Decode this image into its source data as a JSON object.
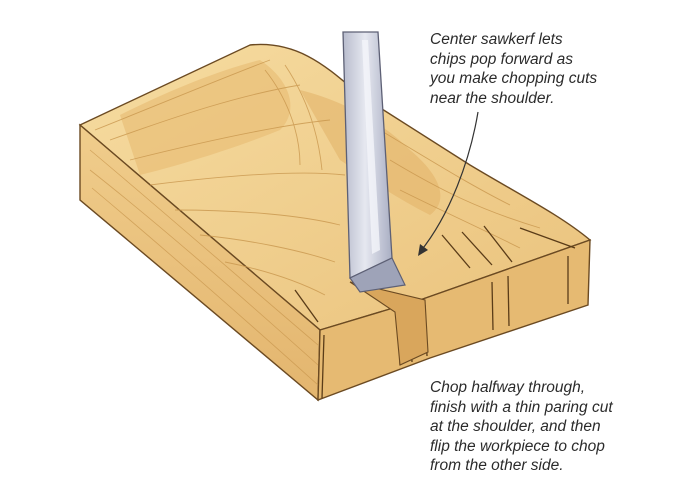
{
  "callouts": {
    "sawkerf": {
      "lines": [
        "Center sawkerf lets",
        "chips pop forward as",
        "you make chopping cuts",
        "near the shoulder."
      ]
    },
    "chop": {
      "lines": [
        "Chop halfway through,",
        "finish with a thin paring cut",
        "at the shoulder, and then",
        "flip the workpiece to chop",
        "from the other side."
      ]
    }
  },
  "colors": {
    "wood_top": "#f1d18f",
    "wood_front": "#ecc57f",
    "wood_side": "#e2b46c",
    "wood_grain": "#c9974e",
    "outline": "#6b4a22",
    "chisel": "#c9cbd8",
    "chisel_shadow": "#9ea3b8",
    "leader": "#333333"
  }
}
